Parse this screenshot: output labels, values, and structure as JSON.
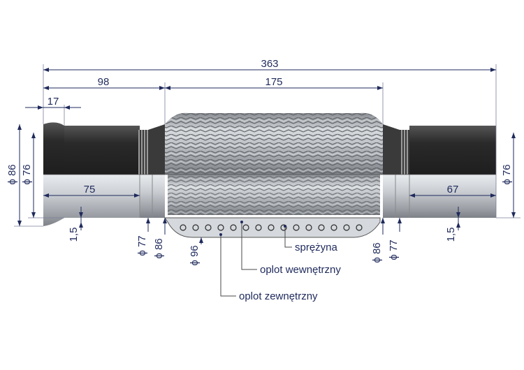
{
  "dimensions": {
    "overall_length": "363",
    "left_section": "98",
    "flex_section": "175",
    "flare_length": "17",
    "left_pipe_length": "75",
    "right_pipe_length": "67",
    "left_outer_diameter": "ϕ 86",
    "left_inner_diameter": "ϕ 76",
    "right_diameter": "ϕ 76",
    "left_wall": "1,5",
    "right_wall": "1,5",
    "left_collar_inner": "ϕ 77",
    "left_collar_outer": "ϕ 86",
    "braid_diameter": "ϕ 96",
    "right_collar_outer": "ϕ 86",
    "right_collar_inner": "ϕ 77"
  },
  "labels": {
    "spring": "sprężyna",
    "inner_braid": "oplot wewnętrzny",
    "outer_braid": "oplot zewnętrzny"
  },
  "colors": {
    "dimension": "#1f2a5c",
    "pipe_dark": "#2b2b2b",
    "pipe_light": "#c8ccd0",
    "braid": "#a9adb2"
  }
}
